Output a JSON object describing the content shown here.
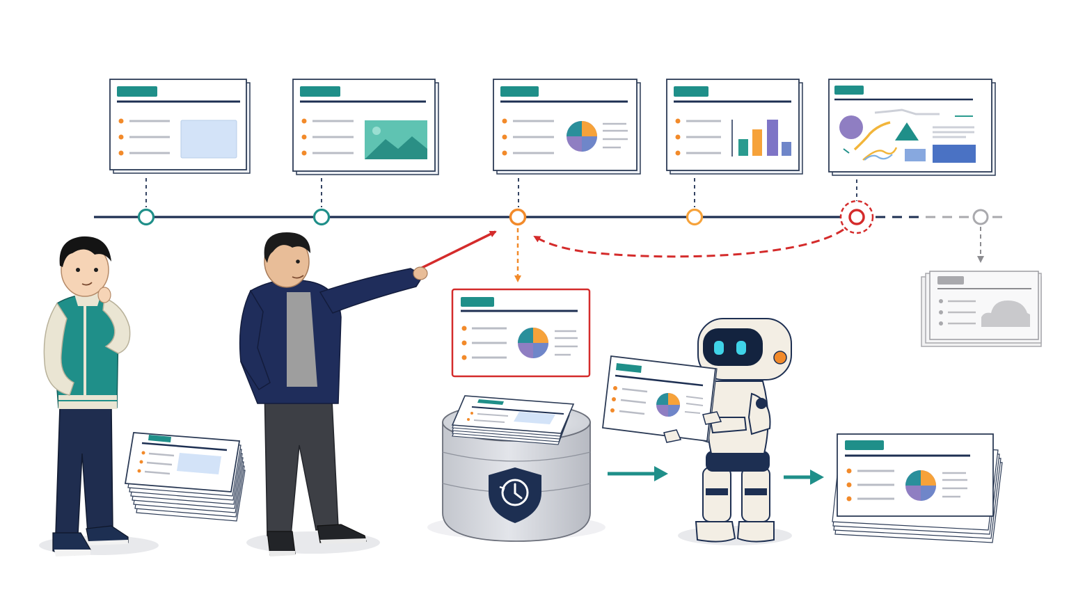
{
  "colors": {
    "teal": "#1f8f89",
    "navy": "#1d2f52",
    "orange": "#f28a2a",
    "red": "#d42b2b",
    "gray": "#a9a9ad",
    "slide_border": "#2b3a55",
    "placeholder_blue": "#d3e3f8",
    "purple": "#8f7ec2",
    "blue_bar": "#4a72c4",
    "cylinder": "#d4d6dc",
    "robot_body": "#f3eee4",
    "robot_face": "#13233f",
    "robot_eye": "#3fd3e8"
  },
  "timeline": {
    "checkpoints": [
      {
        "id": "checkpoint-1",
        "state": "saved",
        "content": "image-placeholder"
      },
      {
        "id": "checkpoint-2",
        "state": "saved",
        "content": "landscape-image"
      },
      {
        "id": "checkpoint-3",
        "state": "restored",
        "content": "pie-chart"
      },
      {
        "id": "checkpoint-4",
        "state": "version",
        "content": "bar-chart"
      },
      {
        "id": "checkpoint-5",
        "state": "current-error",
        "content": "mixed-graphics"
      },
      {
        "id": "checkpoint-6",
        "state": "discarded-future",
        "content": "cloud-image"
      }
    ]
  },
  "icons": {
    "history": "shield-clock-icon",
    "storage": "database-cylinder-icon",
    "step_arrow": "arrow-right-icon",
    "pointer": "pointer-stick-icon"
  },
  "figures": [
    "student-thinking",
    "presenter-pointing",
    "robot-holding-slide"
  ]
}
